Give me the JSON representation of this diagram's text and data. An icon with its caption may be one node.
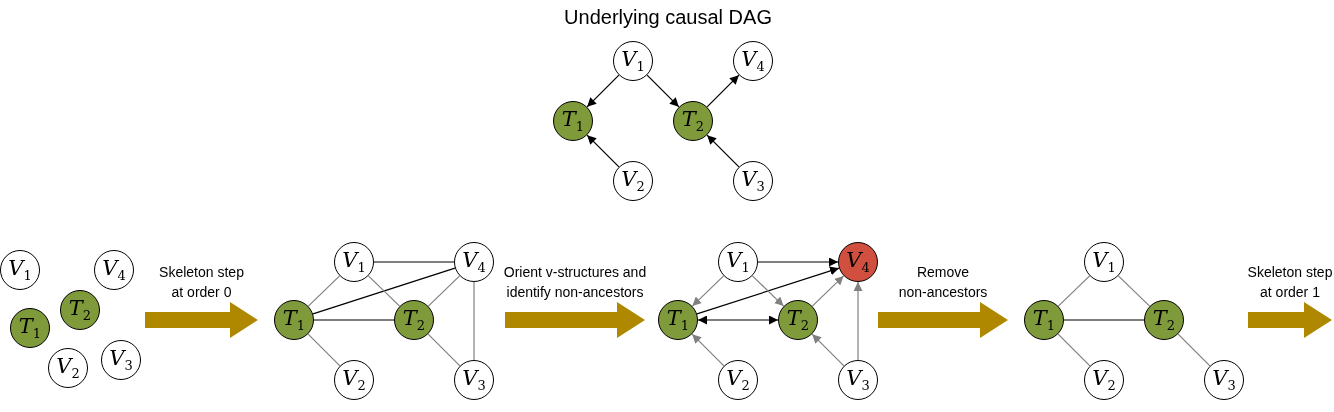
{
  "diagram": {
    "title": "Underlying causal DAG",
    "nodes": [
      {
        "text": [
          "*V*$_{1}$"
        ]
      },
      {
        "text": [
          "*V*$_{4}$"
        ]
      },
      {
        "text": [
          "*T*$_{1}$"
        ]
      },
      {
        "text": [
          "*T*$_{2}$"
        ]
      },
      {
        "text": [
          "*V*$_{2}$"
        ]
      },
      {
        "text": [
          "*V*$_{3}$"
        ]
      },
      {
        "text": [],
        "shape": "group"
      },
      {
        "text": [
          "*V*$_{1}$"
        ],
        "in": 6
      },
      {
        "text": [
          "*V*$_{4}$"
        ],
        "in": 6
      },
      {
        "text": [
          "*T*$_{2}$"
        ],
        "in": 6
      },
      {
        "text": [
          "*T*$_{1}$"
        ],
        "in": 6
      },
      {
        "text": [
          "*V*$_{2}$"
        ],
        "in": 6
      },
      {
        "text": [
          "*V*$_{3}$"
        ],
        "in": 6
      },
      {
        "text": [],
        "shape": "group"
      },
      {
        "text": [
          "*V*$_{1}$"
        ],
        "in": 13
      },
      {
        "text": [
          "*V*$_{4}$"
        ],
        "in": 13
      },
      {
        "text": [
          "*T*$_{1}$"
        ],
        "in": 13
      },
      {
        "text": [
          "*T*$_{2}$"
        ],
        "in": 13
      },
      {
        "text": [
          "*V*$_{2}$"
        ],
        "in": 13
      },
      {
        "text": [
          "*V*$_{3}$"
        ],
        "in": 13
      },
      {
        "text": [],
        "shape": "group"
      },
      {
        "text": [
          "*V*$_{1}$"
        ],
        "in": 20
      },
      {
        "text": [
          "*V*$_{4}$"
        ],
        "in": 20
      },
      {
        "text": [
          "*T*$_{1}$"
        ],
        "in": 20
      },
      {
        "text": [
          "*T*$_{2}$"
        ],
        "in": 20
      },
      {
        "text": [
          "*V*$_{2}$"
        ],
        "in": 20
      },
      {
        "text": [
          "*V*$_{3}$"
        ],
        "in": 20
      },
      {
        "text": [],
        "shape": "group"
      },
      {
        "text": [
          "*V*$_{1}$"
        ],
        "in": 27
      },
      {
        "text": [
          "*T*$_{1}$"
        ],
        "in": 27
      },
      {
        "text": [
          "*T*$_{2}$"
        ],
        "in": 27
      },
      {
        "text": [
          "*V*$_{2}$"
        ],
        "in": 27
      },
      {
        "text": [
          "*V*$_{3}$"
        ],
        "in": 27
      }
    ],
    "edges": [
      {
        "from": 0,
        "to": 2,
        "arrow": "to",
        "color": "#000000"
      },
      {
        "from": 0,
        "to": 3,
        "arrow": "to",
        "color": "#000000"
      },
      {
        "from": 3,
        "to": 1,
        "arrow": "to",
        "color": "#000000"
      },
      {
        "from": 4,
        "to": 2,
        "arrow": "to",
        "color": "#000000"
      },
      {
        "from": 5,
        "to": 3,
        "arrow": "to",
        "color": "#000000"
      },
      {
        "from": 14,
        "to": 15,
        "arrow": "none",
        "color": "#000000"
      },
      {
        "from": 16,
        "to": 15,
        "arrow": "none",
        "color": "#000000"
      },
      {
        "from": 16,
        "to": 17,
        "arrow": "none",
        "color": "#000000"
      },
      {
        "from": 14,
        "to": 16,
        "arrow": "none"
      },
      {
        "from": 14,
        "to": 17,
        "arrow": "none"
      },
      {
        "from": 17,
        "to": 15,
        "arrow": "none"
      },
      {
        "from": 16,
        "to": 18,
        "arrow": "none"
      },
      {
        "from": 17,
        "to": 19,
        "arrow": "none"
      },
      {
        "from": 15,
        "to": 19,
        "arrow": "none"
      },
      {
        "from": 21,
        "to": 22,
        "arrow": "to",
        "color": "#000000"
      },
      {
        "from": 23,
        "to": 22,
        "arrow": "to",
        "color": "#000000"
      },
      {
        "from": 23,
        "to": 24,
        "arrow": "both",
        "color": "#000000"
      },
      {
        "from": 21,
        "to": 23,
        "arrow": "to"
      },
      {
        "from": 21,
        "to": 24,
        "arrow": "to"
      },
      {
        "from": 24,
        "to": 22,
        "arrow": "to"
      },
      {
        "from": 25,
        "to": 23,
        "arrow": "to"
      },
      {
        "from": 26,
        "to": 24,
        "arrow": "to"
      },
      {
        "from": 26,
        "to": 22,
        "arrow": "to"
      },
      {
        "from": 29,
        "to": 30,
        "arrow": "none",
        "color": "#000000"
      },
      {
        "from": 28,
        "to": 29,
        "arrow": "none"
      },
      {
        "from": 28,
        "to": 30,
        "arrow": "none"
      },
      {
        "from": 29,
        "to": 31,
        "arrow": "none"
      },
      {
        "from": 30,
        "to": 32,
        "arrow": "none"
      },
      {
        "from": 6,
        "to": 13,
        "arrow": "to",
        "label": "Skeleton step at order 0",
        "style": "thick",
        "color": "#b08800"
      },
      {
        "from": 13,
        "to": 20,
        "arrow": "to",
        "label": "Orient v-structures and identify non-ancestors",
        "style": "thick",
        "color": "#b08800"
      },
      {
        "from": 20,
        "to": 27,
        "arrow": "to",
        "label": "Remove non-ancestors",
        "style": "thick",
        "color": "#b08800"
      },
      {
        "from": 27,
        "to": null,
        "arrow": "to",
        "label": "Skeleton step at order 1",
        "style": "thick",
        "color": "#b08800"
      }
    ]
  }
}
